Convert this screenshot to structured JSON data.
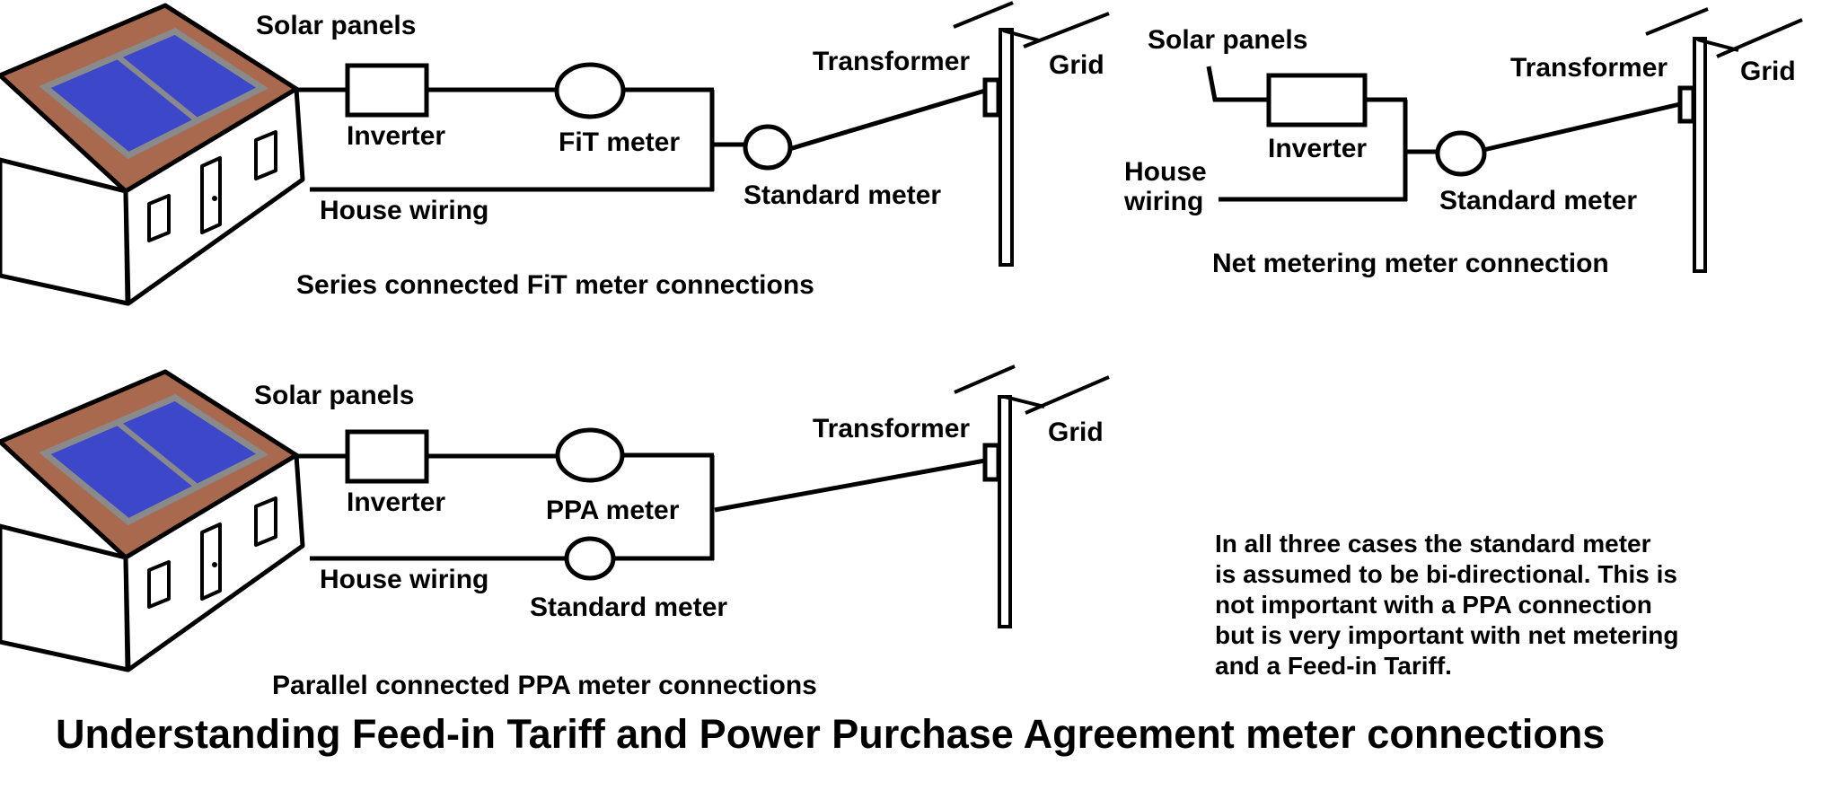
{
  "title": "Understanding Feed-in Tariff and Power Purchase Agreement meter connections",
  "colors": {
    "roof": "#a9694e",
    "solar_panel": "#3d47c9",
    "panel_border": "#8a8a8a",
    "line": "#000000",
    "background": "#ffffff"
  },
  "diagrams": {
    "series": {
      "solar_panels": "Solar panels",
      "inverter": "Inverter",
      "meter": "FiT meter",
      "house_wiring": "House wiring",
      "standard_meter": "Standard meter",
      "transformer": "Transformer",
      "grid": "Grid",
      "caption": "Series connected FiT meter connections"
    },
    "net": {
      "solar_panels": "Solar panels",
      "inverter": "Inverter",
      "house_line1": "House",
      "house_line2": "wiring",
      "standard_meter": "Standard meter",
      "transformer": "Transformer",
      "grid": "Grid",
      "caption": "Net metering meter connection"
    },
    "parallel": {
      "solar_panels": "Solar panels",
      "inverter": "Inverter",
      "meter": "PPA meter",
      "house_wiring": "House wiring",
      "standard_meter": "Standard meter",
      "transformer": "Transformer",
      "grid": "Grid",
      "caption": "Parallel connected PPA meter connections"
    }
  },
  "note": {
    "lines": [
      "In all three cases the standard meter",
      "is assumed to be bi-directional. This is",
      "not important with a PPA connection",
      "but is very important with net metering",
      "and a Feed-in Tariff."
    ]
  }
}
